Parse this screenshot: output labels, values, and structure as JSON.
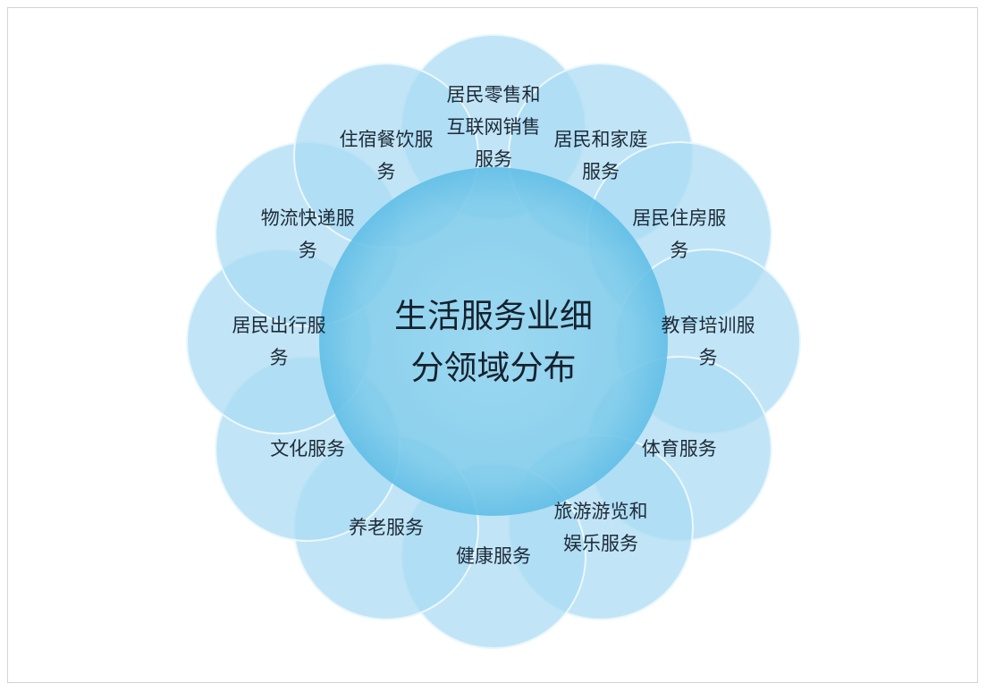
{
  "center": {
    "lines": [
      "生活服务业细",
      "分领域分布"
    ]
  },
  "petals": [
    {
      "lines": [
        "居民零售和",
        "互联网销售",
        "服务"
      ]
    },
    {
      "lines": [
        "居民和家庭",
        "服务"
      ]
    },
    {
      "lines": [
        "居民住房服",
        "务"
      ]
    },
    {
      "lines": [
        "教育培训服",
        "务"
      ]
    },
    {
      "lines": [
        "体育服务"
      ]
    },
    {
      "lines": [
        "旅游游览和",
        "娱乐服务"
      ]
    },
    {
      "lines": [
        "健康服务"
      ]
    },
    {
      "lines": [
        "养老服务"
      ]
    },
    {
      "lines": [
        "文化服务"
      ]
    },
    {
      "lines": [
        "居民出行服",
        "务"
      ]
    },
    {
      "lines": [
        "物流快递服",
        "务"
      ]
    },
    {
      "lines": [
        "住宿餐饮服",
        "务"
      ]
    }
  ],
  "colors": {
    "petal_fill": "#a9dbf3",
    "petal_stroke": "#eaf7fd",
    "center_fill": "#7fcbea",
    "center_ring": "#5dbde6",
    "text": "#1e2a38"
  }
}
